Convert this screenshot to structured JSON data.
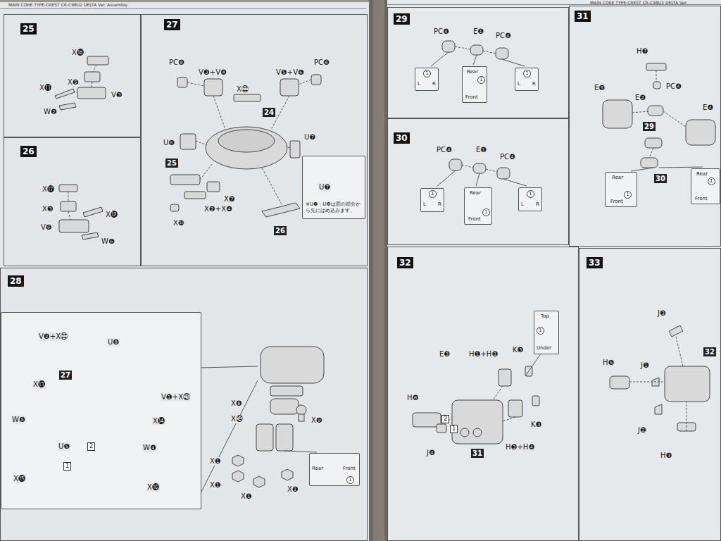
{
  "diagram": {
    "nodes": [
      {
        "text": [
          "25",
          "X⓲",
          "X❺",
          "X⓫",
          "V❸",
          "W❷"
        ]
      },
      {
        "text": [
          "26",
          "X⓱",
          "X❸",
          "X⓬",
          "V❻",
          "W❻"
        ]
      },
      {
        "text": [
          "27",
          "PC❽",
          "V❸+V❹",
          "X㉒",
          "V❺+V❻",
          "PC❽",
          "24",
          "U❻",
          "25",
          "U❼",
          "X❼",
          "X❷+X❹",
          "X❿",
          "26"
        ]
      },
      {
        "text": [
          "U❼",
          "※U❼・U❽は図の部分から先にはめ込みます。"
        ],
        "in": 2
      },
      {
        "text": [
          "28",
          "X❽",
          "X❾",
          "X㉔",
          "X❶",
          "X❶",
          "X❶",
          "X❶"
        ]
      },
      {
        "text": [
          "V❷+X㉒",
          "U❽",
          "27",
          "X⓭",
          "W❺",
          "V❶+X㉑",
          "X⓮",
          "W❹",
          "U❺",
          "2",
          "1",
          "X⓯",
          "X⓰"
        ],
        "in": 4
      },
      {
        "text": [
          "Rear",
          "Front",
          "1"
        ],
        "in": 4
      },
      {
        "text": [
          "29",
          "PC❹",
          "E❶",
          "PC❹"
        ]
      },
      {
        "text": [
          "1",
          "L",
          "R"
        ],
        "in": 7
      },
      {
        "text": [
          "Rear",
          "1",
          "Front"
        ],
        "in": 7
      },
      {
        "text": [
          "1",
          "L",
          "R"
        ],
        "in": 7
      },
      {
        "text": [
          "30",
          "PC❹",
          "E❶",
          "PC❹"
        ]
      },
      {
        "text": [
          "1",
          "L",
          "R"
        ],
        "in": 11
      },
      {
        "text": [
          "Rear",
          "1",
          "Front"
        ],
        "in": 11
      },
      {
        "text": [
          "1",
          "L",
          "R"
        ],
        "in": 11
      },
      {
        "text": [
          "31",
          "H❼",
          "PC❹",
          "E❺",
          "E❷",
          "29",
          "E❹",
          "30"
        ]
      },
      {
        "text": [
          "Rear",
          "1",
          "Front"
        ],
        "in": 15
      },
      {
        "text": [
          "Rear",
          "1",
          "Front"
        ],
        "in": 15
      },
      {
        "text": [
          "32",
          "E❸",
          "H❶+H❷",
          "K❸",
          "H❽",
          "2",
          "1",
          "J❹",
          "31",
          "K❸",
          "H❸+H❹"
        ]
      },
      {
        "text": [
          "Top",
          "1",
          "Under"
        ],
        "in": 18
      },
      {
        "text": [
          "33",
          "J❸",
          "J❶",
          "H❺",
          "32",
          "J❷",
          "H❸"
        ]
      }
    ],
    "labels": [
      "MAIN CORE TYPE-CREST CR-C98U2 DELTA Ver. Assembly",
      "MAIN CORE TYPE-CREST CR-C98U2 DELTA Ver."
    ]
  }
}
